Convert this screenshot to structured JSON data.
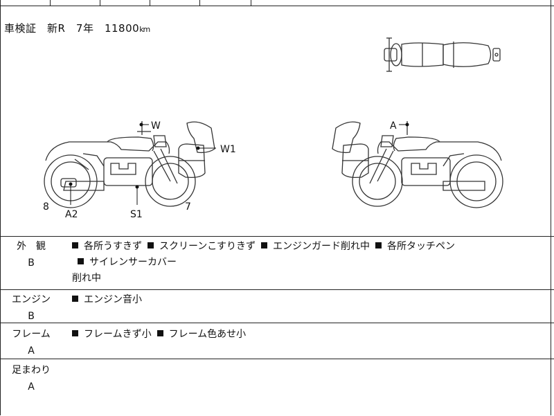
{
  "header": {
    "registration_info": "車検証　新R　7年　11800",
    "unit": "km"
  },
  "diagram": {
    "labels_left": {
      "w_top": "W",
      "w1": "W1",
      "a2": "A2",
      "s1": "S1",
      "n7": "7",
      "n8": "8"
    },
    "labels_right": {
      "a_top": "A"
    }
  },
  "sections": [
    {
      "label": "外　観",
      "grade": "B",
      "notes_line1": [
        "各所うすきず",
        "スクリーンこすりきず",
        "エンジンガード削れ中",
        "各所タッチペン",
        "サイレンサーカバー"
      ],
      "notes_line2": "削れ中"
    },
    {
      "label": "エンジン",
      "grade": "B",
      "notes_line1": [
        "エンジン音小"
      ]
    },
    {
      "label": "フレーム",
      "grade": "A",
      "notes_line1": [
        "フレームきず小",
        "フレーム色あせ小"
      ]
    },
    {
      "label": "足まわり",
      "grade": "A",
      "notes_line1": []
    }
  ]
}
